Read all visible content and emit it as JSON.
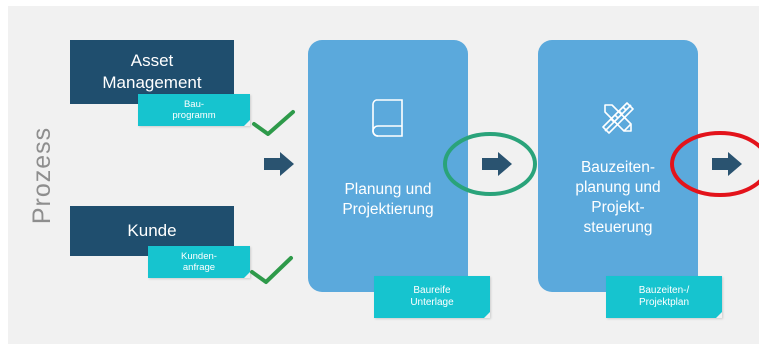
{
  "side_label": "Prozess",
  "asset_box": {
    "line1": "Asset",
    "line2": "Management"
  },
  "asset_tag": {
    "line1": "Bau-",
    "line2": "programm"
  },
  "kunde_box": {
    "label": "Kunde"
  },
  "kunde_tag": {
    "line1": "Kunden-",
    "line2": "anfrage"
  },
  "panel_planung": {
    "line1": "Planung und",
    "line2": "Projektierung"
  },
  "tag_baureife": {
    "line1": "Baureife",
    "line2": "Unterlage"
  },
  "panel_bauzeiten": {
    "line1": "Bauzeiten-",
    "line2": "planung und",
    "line3": "Projekt-",
    "line4": "steuerung"
  },
  "tag_plan": {
    "line1": "Bauzeiten-/",
    "line2": "Projektplan"
  },
  "colors": {
    "dark_box": "#1f4e6e",
    "teal_tag": "#16c4cf",
    "panel_blue": "#5ba9dc",
    "arrow": "#2a5370",
    "check": "#2e9a4a",
    "ring_green": "#2aa37a",
    "ring_red": "#e3131b",
    "background": "#f1f1f1"
  },
  "icons": [
    "book-icon",
    "pencil-ruler-icon",
    "arrow-right-icon",
    "checkmark-icon"
  ]
}
